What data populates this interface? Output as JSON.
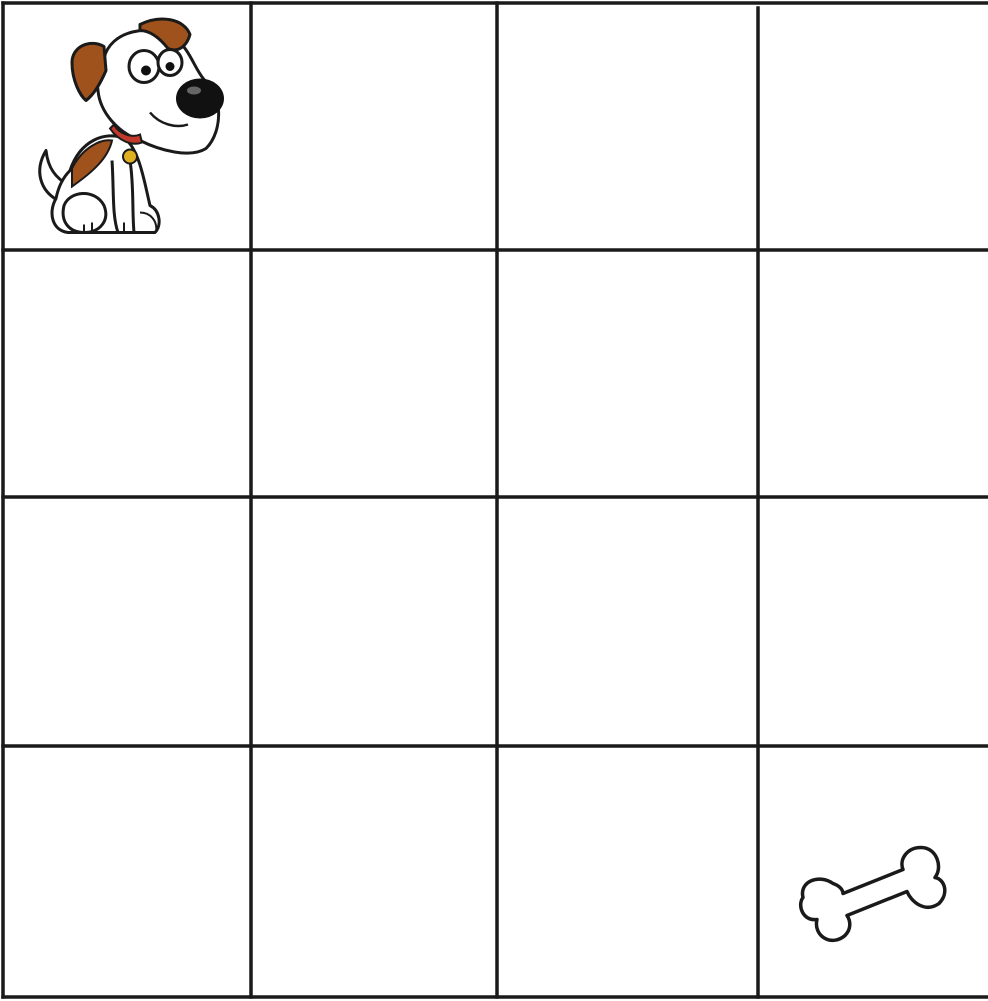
{
  "board": {
    "rows": 4,
    "cols": 4,
    "background_color": "#ffffff",
    "line_color": "#1a1a1a"
  },
  "pieces": [
    {
      "id": "dog",
      "icon": "dog-icon",
      "row": 0,
      "col": 0
    },
    {
      "id": "bone",
      "icon": "bone-icon",
      "row": 3,
      "col": 3
    }
  ],
  "colors": {
    "dog_fur": "#ffffff",
    "dog_patch": "#a0521c",
    "dog_nose": "#111111",
    "dog_collar": "#c0392b",
    "dog_tag": "#e0b020",
    "bone_fill": "#ffffff",
    "outline": "#1a1a1a"
  }
}
